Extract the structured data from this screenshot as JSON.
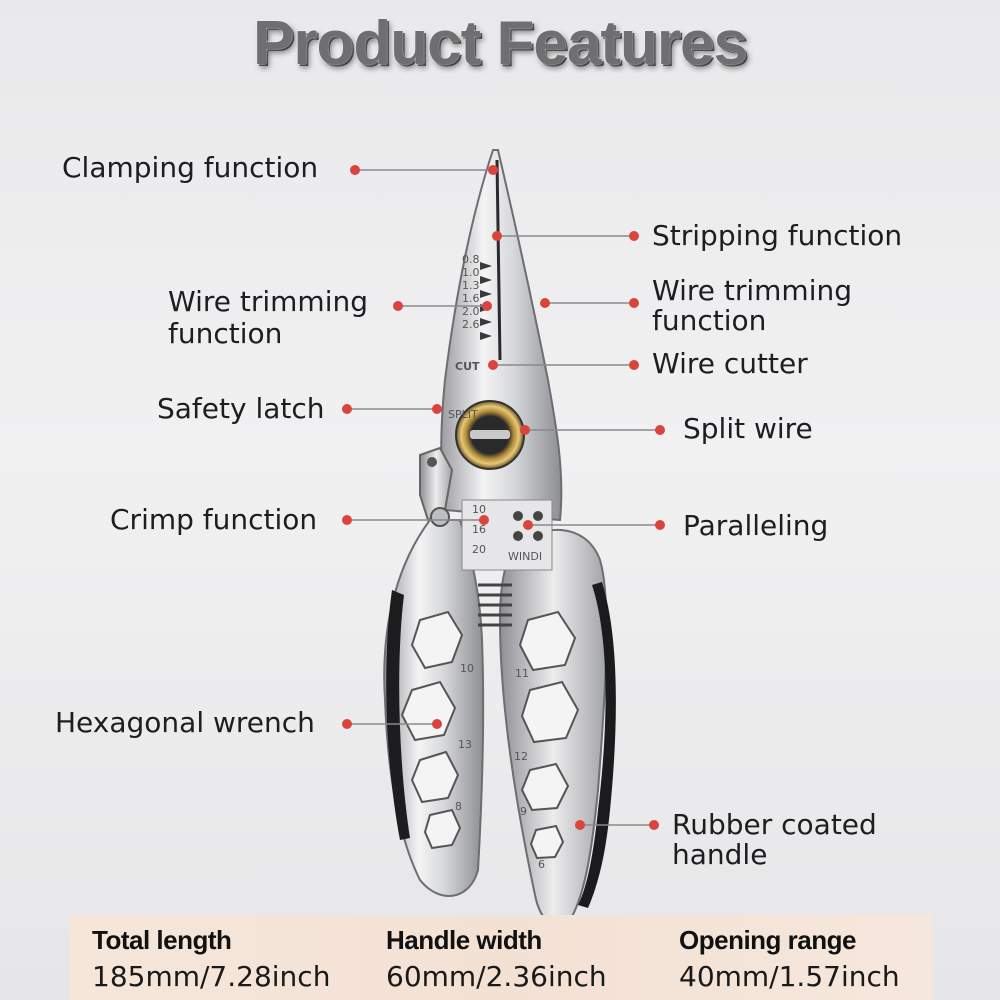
{
  "title": "Product Features",
  "features": {
    "clamping": "Clamping function",
    "stripping": "Stripping function",
    "wire_trimming_left_1": "Wire trimming",
    "wire_trimming_left_2": "function",
    "wire_trimming_right_1": "Wire trimming",
    "wire_trimming_right_2": "function",
    "wire_cutter": "Wire cutter",
    "safety_latch": "Safety latch",
    "split_wire": "Split wire",
    "crimp": "Crimp function",
    "paralleling": "Paralleling",
    "hex_wrench": "Hexagonal wrench",
    "rubber_1": "Rubber coated",
    "rubber_2": "handle"
  },
  "tool_markings": {
    "gauges": [
      "0.8",
      "1.0",
      "1.3",
      "1.6",
      "2.0",
      "2.6"
    ],
    "cut": "CUT",
    "split": "SPLIT",
    "crimp_sizes": [
      "10",
      "16",
      "20"
    ],
    "wind": "WINDI",
    "left_hex": [
      "10",
      "13",
      "8"
    ],
    "right_hex": [
      "11",
      "12",
      "9",
      "6"
    ]
  },
  "specs": [
    {
      "heading": "Total length",
      "value": "185mm/7.28inch"
    },
    {
      "heading": "Handle width",
      "value": "60mm/2.36inch"
    },
    {
      "heading": "Opening range",
      "value": "40mm/1.57inch"
    }
  ],
  "colors": {
    "accent_dot": "#d9453c",
    "leader_line": "#8a8a8c"
  }
}
